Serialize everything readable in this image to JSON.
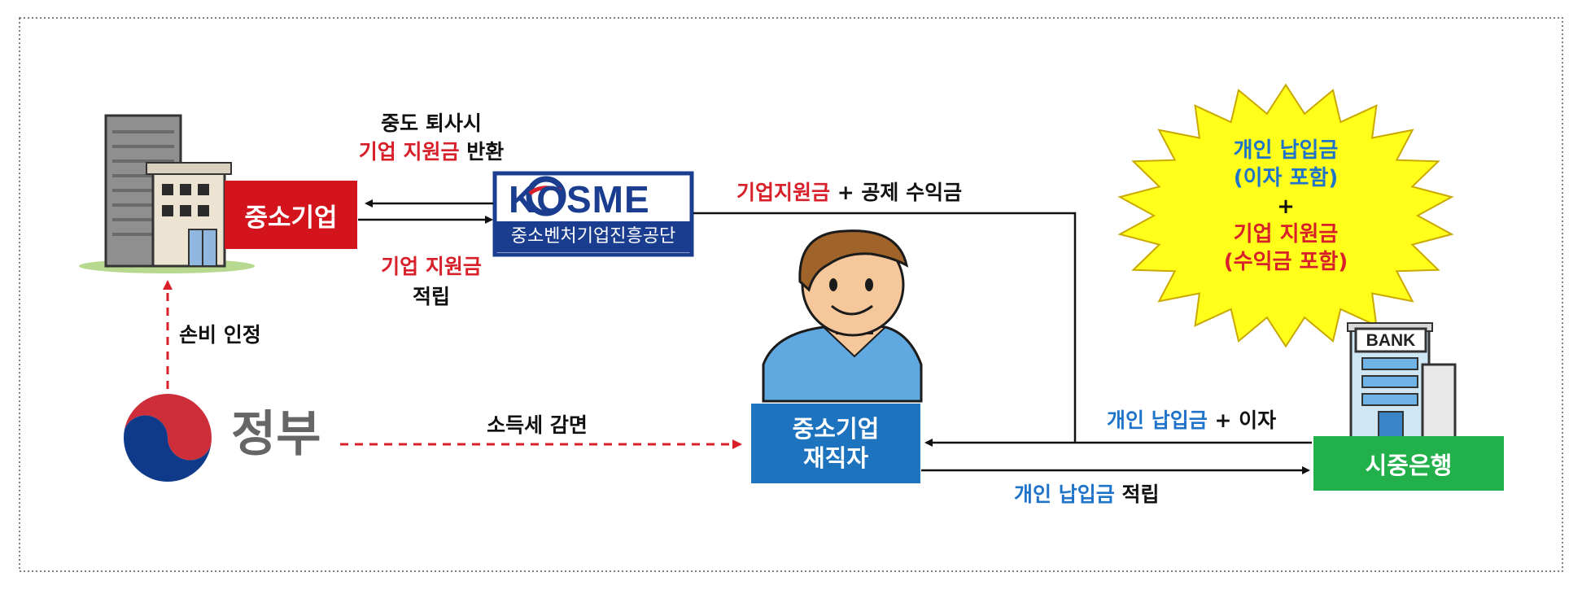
{
  "sme_box": {
    "label": "중소기업",
    "color": "#d3141c"
  },
  "kosme": {
    "logo": "KOSME",
    "subtitle": "중소벤처기업진흥공단",
    "color": "#1b3d8f"
  },
  "return_note": {
    "line1": "중도 퇴사시",
    "line2_red": "기업 지원금",
    "line2_black": "반환"
  },
  "accumulate_note": {
    "line1_red": "기업 지원금",
    "line2": "적립"
  },
  "benefit_note": {
    "red": "기업지원금",
    "black": "+ 공제 수익금"
  },
  "expense_note": "손비 인정",
  "government": {
    "label": "정부"
  },
  "tax_note": "소득세 감면",
  "employee_box": {
    "line1": "중소기업",
    "line2": "재직자",
    "color": "#1e73be"
  },
  "payout_note": {
    "blue": "개인 납입금",
    "black": "+ 이자"
  },
  "deposit_note": {
    "blue": "개인 납입금",
    "black": "적립"
  },
  "bank": {
    "sign": "BANK",
    "label": "시중은행",
    "color": "#22b04a"
  },
  "starburst": {
    "line1": "개인 납입금",
    "line2": "(이자 포함)",
    "plus": "+",
    "line3": "기업 지원금",
    "line4": "(수익금 포함)",
    "fill": "#ffff1a"
  }
}
